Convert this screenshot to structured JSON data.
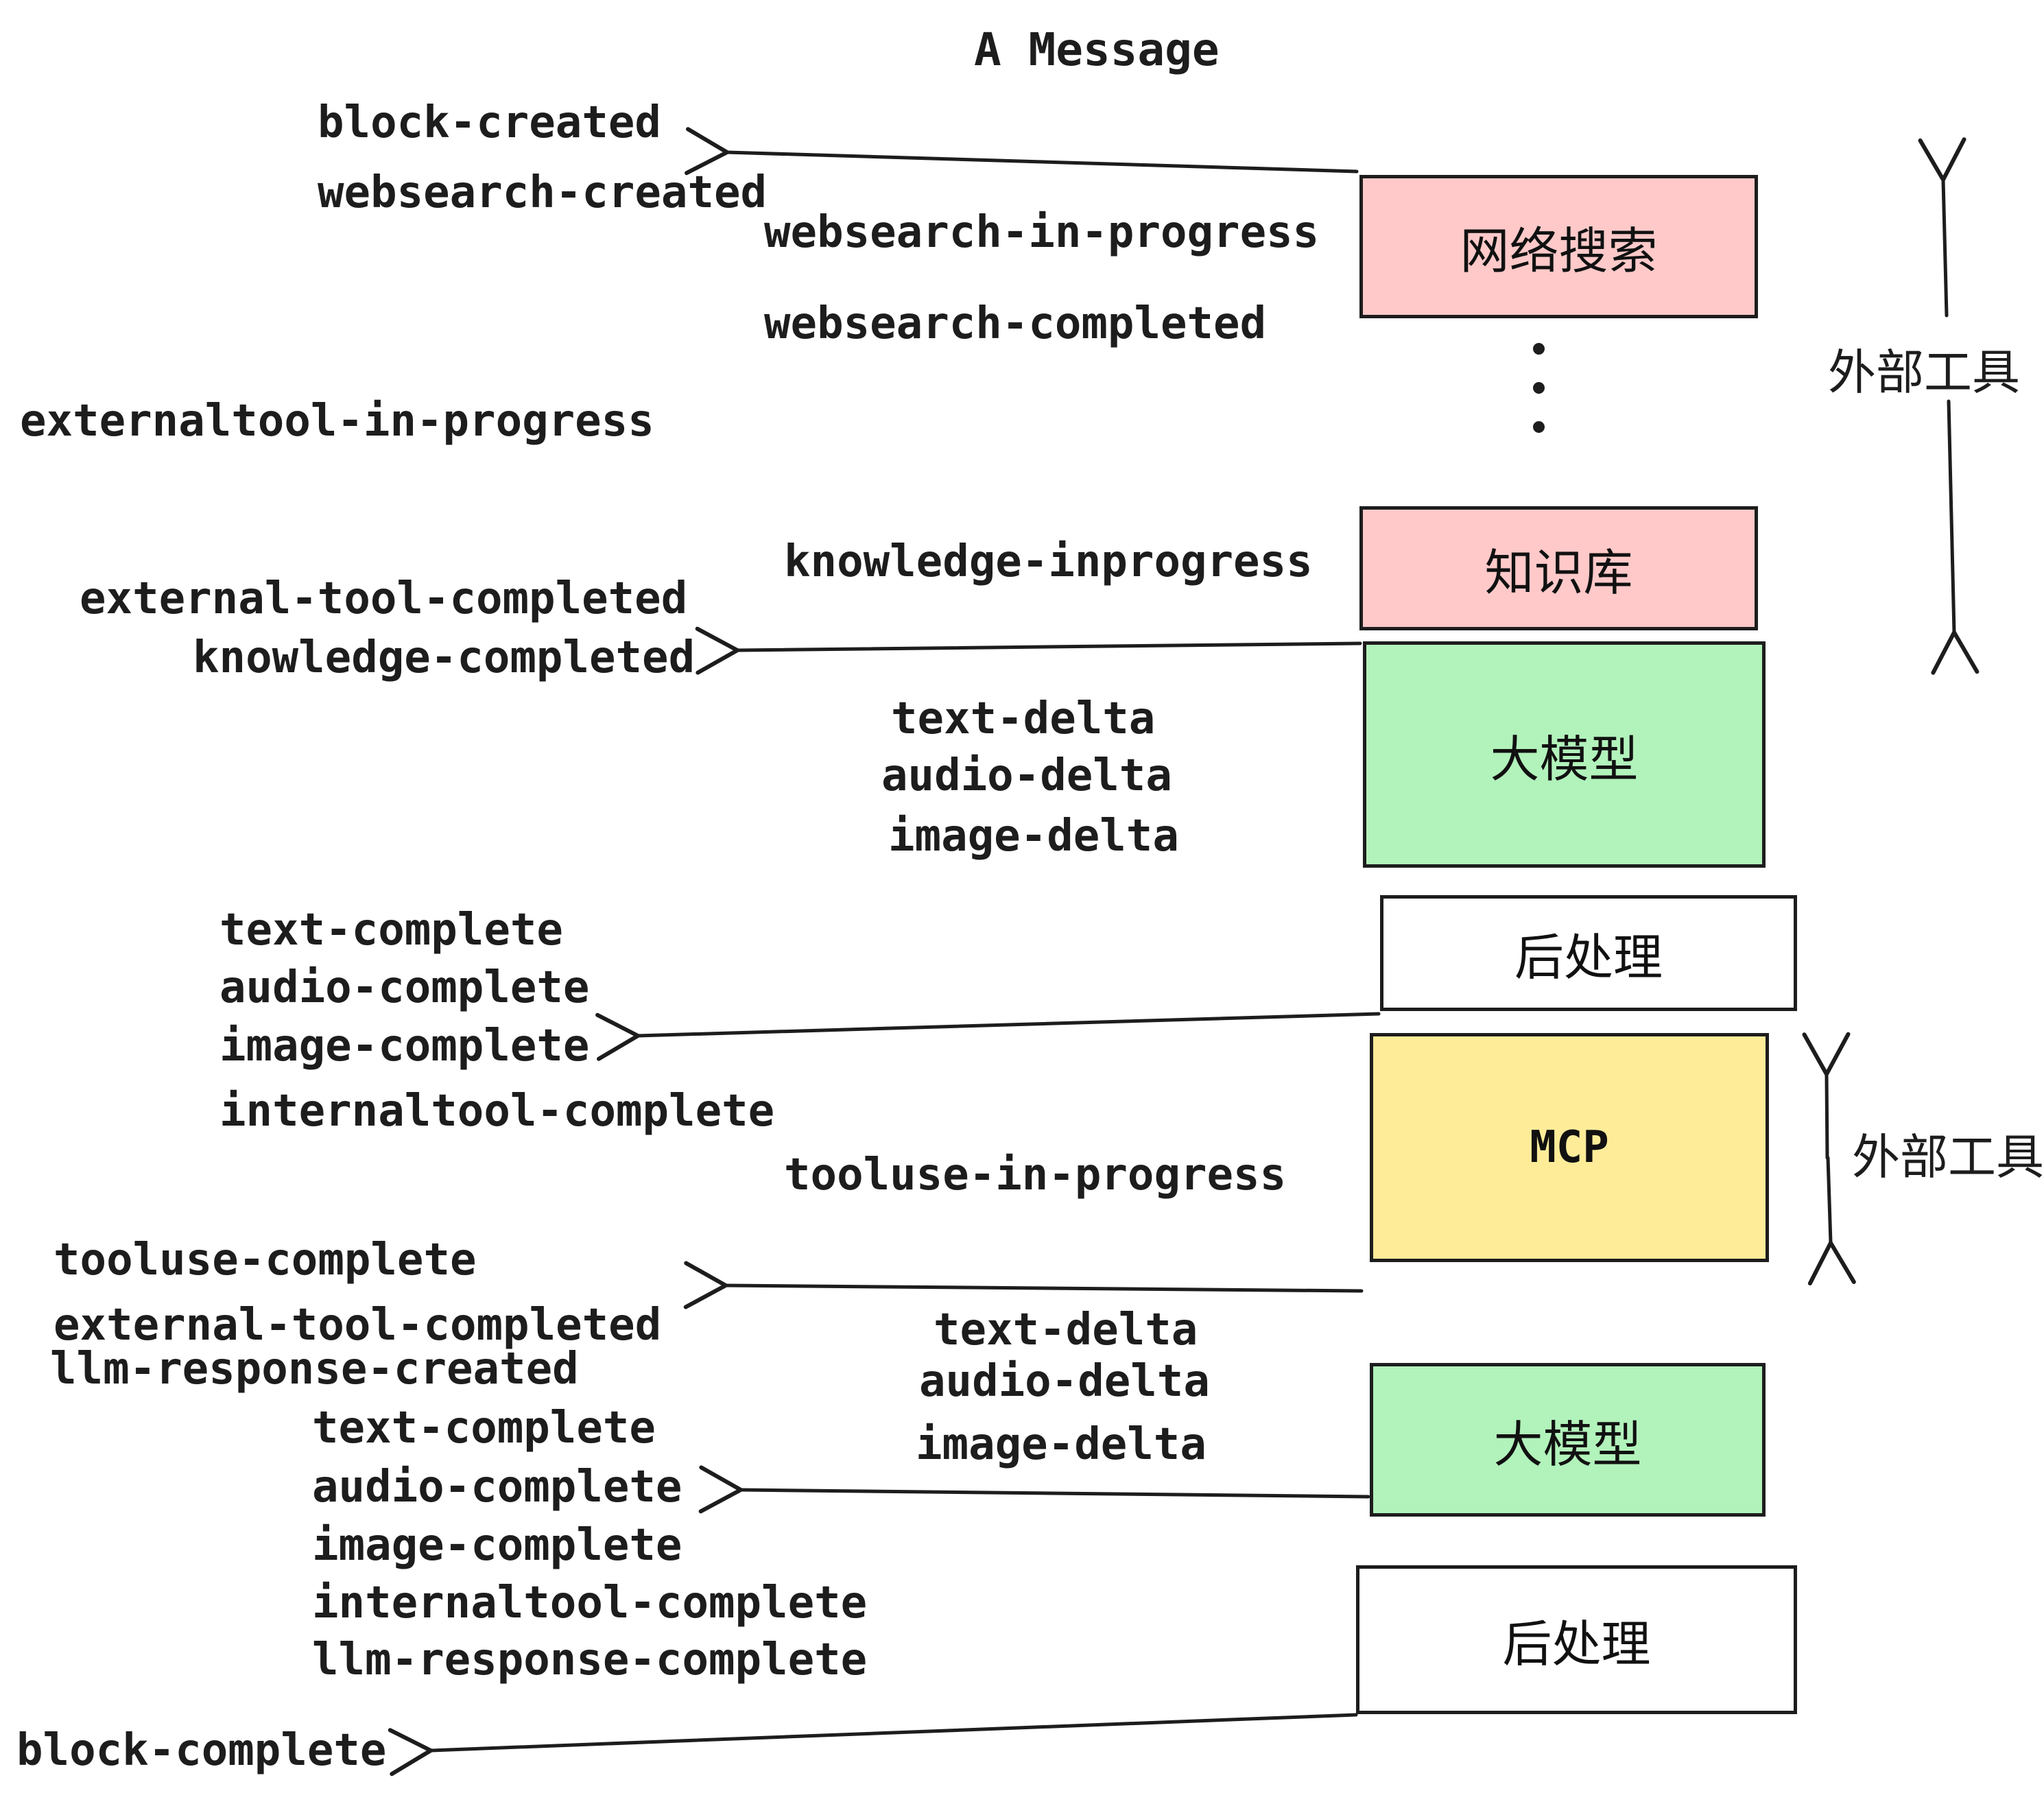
{
  "title": "A Message",
  "labels": {
    "block_created": "block-created",
    "websearch_created": "websearch-created",
    "websearch_in_progress": "websearch-in-progress",
    "websearch_completed": "websearch-completed",
    "externaltool_in_progress": "externaltool-in-progress",
    "knowledge_inprogress": "knowledge-inprogress",
    "external_tool_completed_1": "external-tool-completed",
    "knowledge_completed": "knowledge-completed",
    "text_delta_1": "text-delta",
    "audio_delta_1": "audio-delta",
    "image_delta_1": "image-delta",
    "text_complete_1": "text-complete",
    "audio_complete_1": "audio-complete",
    "image_complete_1": "image-complete",
    "internaltool_complete_1": "internaltool-complete",
    "tooluse_in_progress": "tooluse-in-progress",
    "tooluse_complete": "tooluse-complete",
    "external_tool_completed_2": "external-tool-completed",
    "llm_response_created": "llm-response-created",
    "text_delta_2": "text-delta",
    "audio_delta_2": "audio-delta",
    "image_delta_2": "image-delta",
    "text_complete_2": "text-complete",
    "audio_complete_2": "audio-complete",
    "image_complete_2": "image-complete",
    "internaltool_complete_2": "internaltool-complete",
    "llm_response_complete": "llm-response-complete",
    "block_complete": "block-complete"
  },
  "boxes": {
    "websearch": {
      "label": "网络搜索"
    },
    "knowledge": {
      "label": "知识库"
    },
    "llm1": {
      "label": "大模型"
    },
    "post1": {
      "label": "后处理"
    },
    "mcp": {
      "label": "MCP"
    },
    "llm2": {
      "label": "大模型"
    },
    "post2": {
      "label": "后处理"
    }
  },
  "side_labels": {
    "external_tool_top": "外部工具",
    "external_tool_bottom": "外部工具"
  },
  "colors": {
    "websearch": "#ffc9c9",
    "knowledge": "#ffc9c9",
    "llm1": "#b2f2bb",
    "post1": "#ffffff",
    "mcp": "#ffec99",
    "llm2": "#b2f2bb",
    "post2": "#ffffff",
    "stroke": "#1d1d1d"
  }
}
